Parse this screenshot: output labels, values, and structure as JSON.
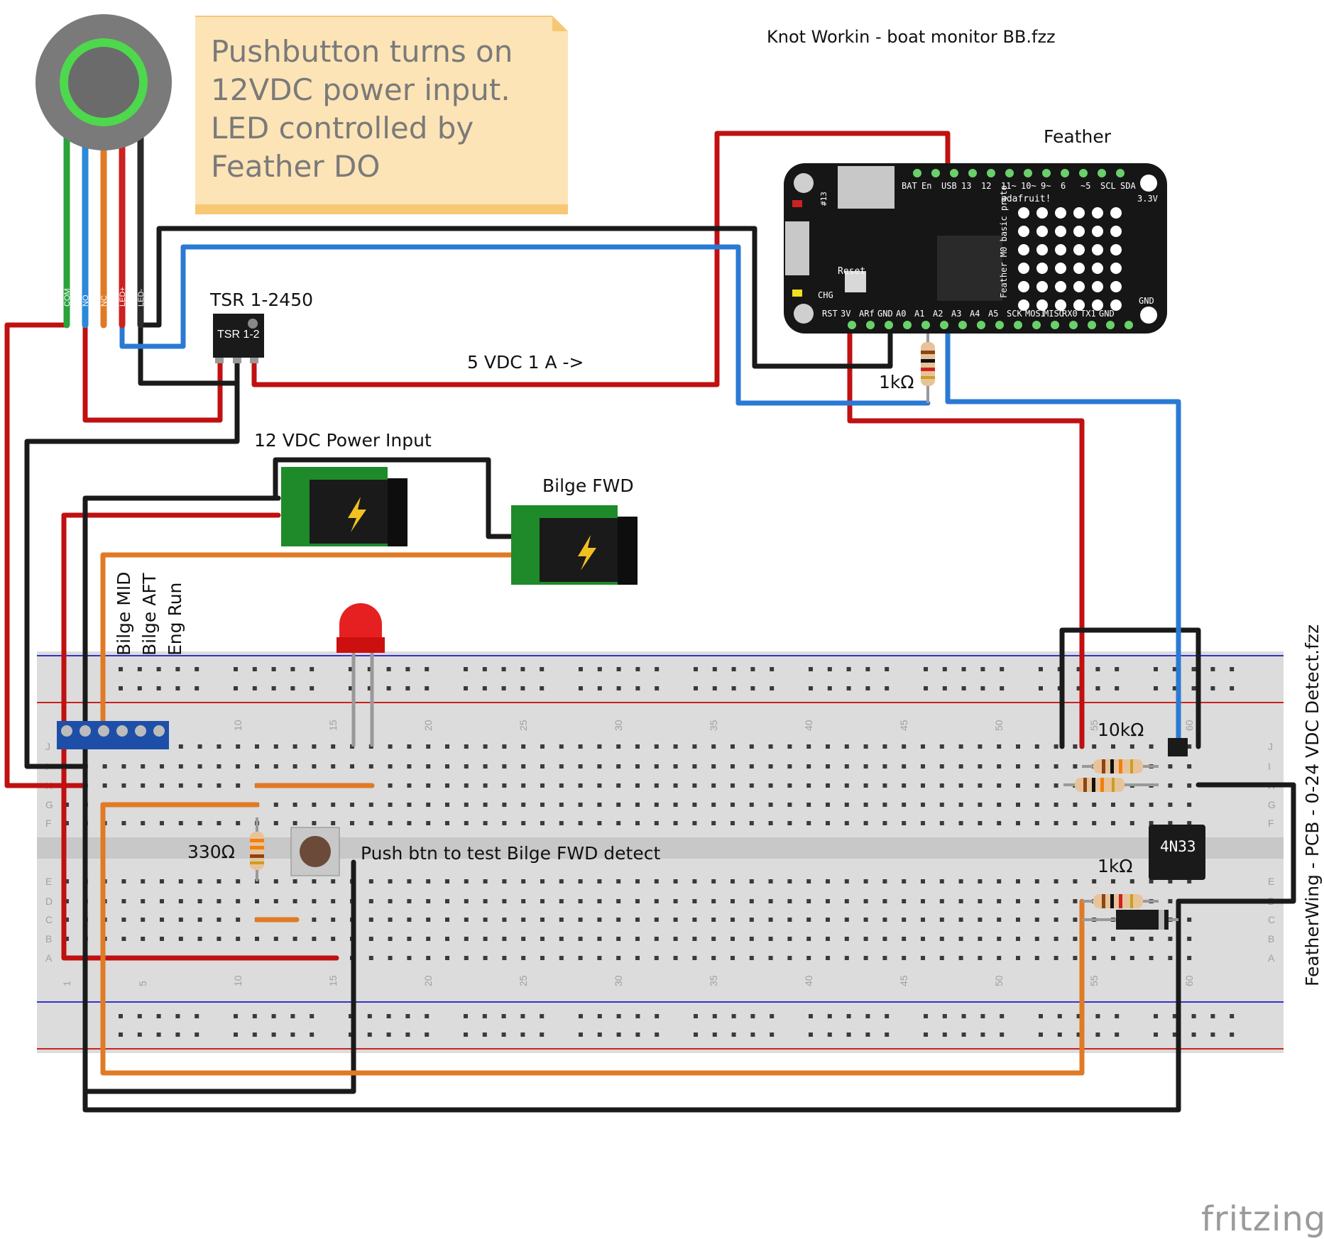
{
  "file_title": "Knot Workin - boat monitor BB.fzz",
  "note": {
    "lines": [
      "Pushbutton turns on",
      "12VDC power input.",
      "LED controlled by",
      "Feather DO"
    ]
  },
  "labels": {
    "feather": "Feather",
    "tsr": "TSR 1-2450",
    "tsr_chip": "TSR 1-2",
    "power_5v": "5 VDC 1 A  ->",
    "power_12v": "12 VDC Power Input",
    "bilge_fwd": "Bilge FWD",
    "bilge_mid": "Bilge MID",
    "bilge_aft": "Bilge AFT",
    "eng_run": "Eng Run",
    "r_330": "330Ω",
    "r_1k_top": "1kΩ",
    "r_10k": "10kΩ",
    "r_1k_bottom": "1kΩ",
    "pushbtn_test": "Push btn to test Bilge FWD detect",
    "optocoupler": "4N33",
    "featherwing": "FeatherWing - PCB - 0-24 VDC Detect.fzz",
    "fritzing": "fritzing"
  },
  "button_wires": [
    "COM",
    "NO",
    "NC",
    "LED+",
    "LED-"
  ],
  "feather_pins_top": [
    "BAT",
    "En",
    "USB",
    "13",
    "12",
    "11~",
    "10~",
    "9~",
    "6",
    "~5",
    "SCL",
    "SDA"
  ],
  "feather_pins_bottom": [
    "RST",
    "3V",
    "ARf",
    "GND",
    "A0",
    "A1",
    "A2",
    "A3",
    "A4",
    "A5",
    "SCK",
    "MOSI",
    "MISO",
    "RX0",
    "TX1",
    "GND"
  ],
  "feather_text": {
    "brand": "adafruit!",
    "board": "Feather M0 basic proto",
    "reset": "Reset",
    "chg": "CHG",
    "pin13": "#13",
    "v33": "3.3V",
    "gnd": "GND"
  },
  "breadboard": {
    "row_letters_top": [
      "J",
      "I",
      "H",
      "G",
      "F"
    ],
    "row_letters_bottom": [
      "E",
      "D",
      "C",
      "B",
      "A"
    ],
    "column_numbers": [
      "1",
      "5",
      "10",
      "15",
      "20",
      "25",
      "30",
      "35",
      "40",
      "45",
      "50",
      "55",
      "60"
    ]
  },
  "colors": {
    "wire_red": "#cc1111",
    "wire_black": "#1a1a1a",
    "wire_blue": "#2a7ad4",
    "wire_orange": "#e07a24",
    "wire_green": "#2aa13a",
    "breadboard": "#dcdcdc",
    "feather": "#1a1a1a",
    "note": "#fde4b6"
  }
}
